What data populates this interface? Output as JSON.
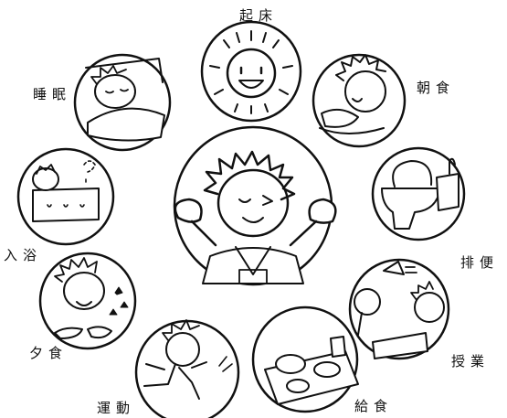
{
  "center": {
    "name": "boy-cheering"
  },
  "activities": [
    {
      "id": "wake-up",
      "label": "起床",
      "icon": "smiling-sun"
    },
    {
      "id": "breakfast",
      "label": "朝食",
      "icon": "boy-eating-toast"
    },
    {
      "id": "toilet",
      "label": "排便",
      "icon": "toilet"
    },
    {
      "id": "class",
      "label": "授業",
      "icon": "classroom-blackboard"
    },
    {
      "id": "lunch",
      "label": "給食",
      "icon": "school-lunch-tray"
    },
    {
      "id": "exercise",
      "label": "運動",
      "icon": "boy-running"
    },
    {
      "id": "dinner",
      "label": "夕食",
      "icon": "boy-eating-dinner"
    },
    {
      "id": "bath",
      "label": "入浴",
      "icon": "boy-in-bathtub"
    },
    {
      "id": "sleep",
      "label": "睡眠",
      "icon": "boy-sleeping"
    }
  ]
}
